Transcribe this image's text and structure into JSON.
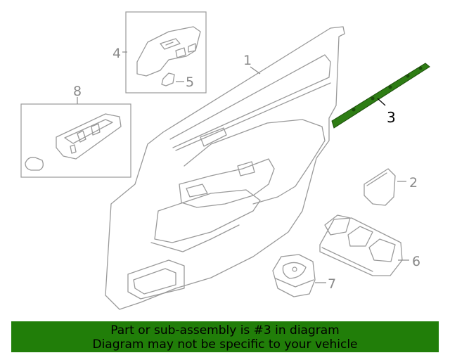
{
  "callouts": {
    "c1": "1",
    "c2": "2",
    "c3": "3",
    "c4": "4",
    "c5": "5",
    "c6": "6",
    "c7": "7",
    "c8": "8"
  },
  "highlighted_part": "3",
  "colors": {
    "highlight": "#2e7d14",
    "banner": "#217e09",
    "line": "#9a9a9a"
  },
  "banner": {
    "line1": "Part or sub-assembly is #3 in diagram",
    "line2": "Diagram may not be specific to your vehicle"
  }
}
